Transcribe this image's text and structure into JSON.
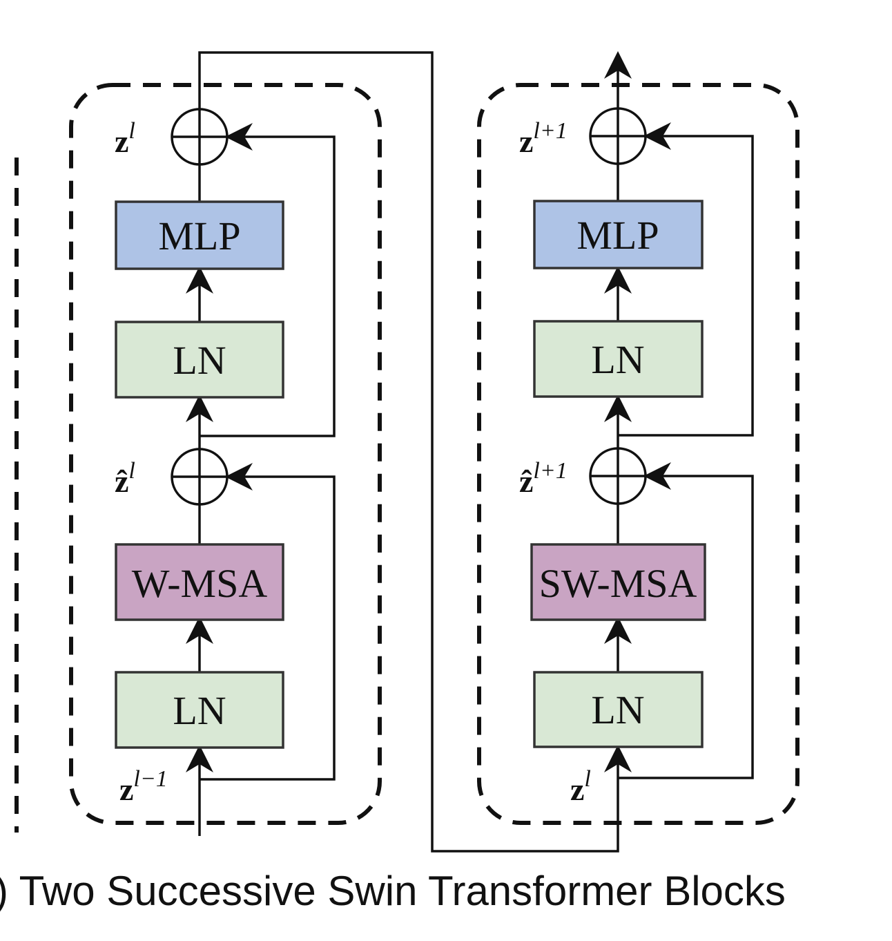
{
  "colors": {
    "mlp": "#aec3e6",
    "ln": "#d9e8d5",
    "attention": "#c9a4c3",
    "line": "#111111"
  },
  "block1": {
    "mlp_label": "MLP",
    "ln_top_label": "LN",
    "attn_label": "W-MSA",
    "ln_bottom_label": "LN",
    "z_out": {
      "base": "z",
      "sup": "l"
    },
    "z_hat": {
      "base": "ẑ",
      "sup": "l"
    },
    "z_in": {
      "base": "z",
      "sup": "l−1"
    }
  },
  "block2": {
    "mlp_label": "MLP",
    "ln_top_label": "LN",
    "attn_label": "SW-MSA",
    "ln_bottom_label": "LN",
    "z_out": {
      "base": "z",
      "sup": "l+1"
    },
    "z_hat": {
      "base": "ẑ",
      "sup": "l+1"
    },
    "z_in": {
      "base": "z",
      "sup": "l"
    }
  },
  "caption": ") Two Successive Swin Transformer Blocks"
}
